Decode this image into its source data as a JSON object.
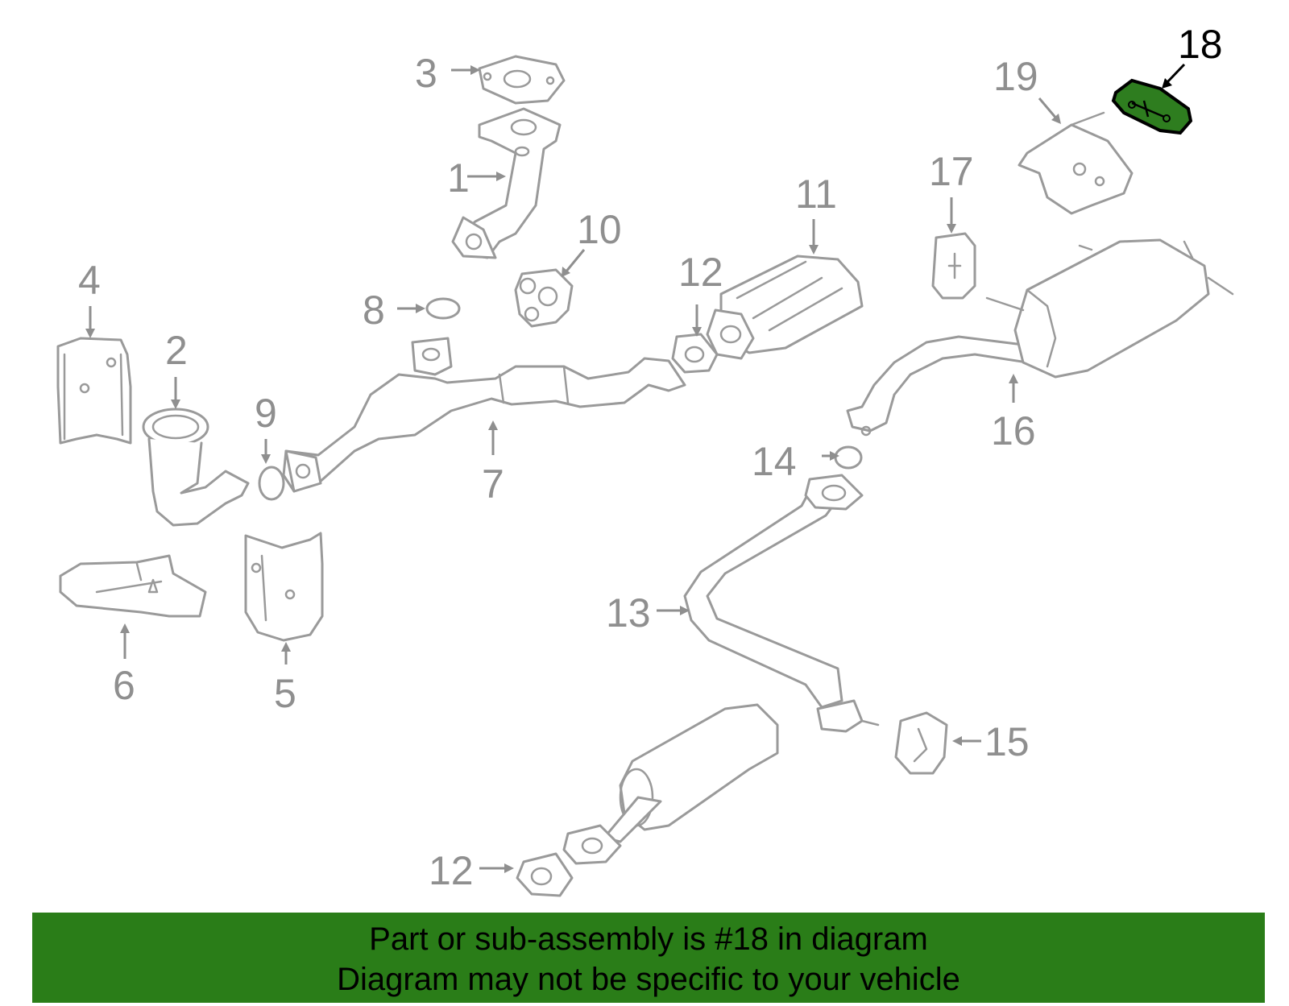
{
  "diagram": {
    "highlight_color": "#2a7d18",
    "callouts": [
      {
        "id": "1",
        "text": "1"
      },
      {
        "id": "2",
        "text": "2"
      },
      {
        "id": "3",
        "text": "3"
      },
      {
        "id": "4",
        "text": "4"
      },
      {
        "id": "5",
        "text": "5"
      },
      {
        "id": "6",
        "text": "6"
      },
      {
        "id": "7",
        "text": "7"
      },
      {
        "id": "8",
        "text": "8"
      },
      {
        "id": "9",
        "text": "9"
      },
      {
        "id": "10",
        "text": "10"
      },
      {
        "id": "11",
        "text": "11"
      },
      {
        "id": "12a",
        "text": "12"
      },
      {
        "id": "12b",
        "text": "12"
      },
      {
        "id": "13",
        "text": "13"
      },
      {
        "id": "14",
        "text": "14"
      },
      {
        "id": "15",
        "text": "15"
      },
      {
        "id": "16",
        "text": "16"
      },
      {
        "id": "17",
        "text": "17"
      },
      {
        "id": "18",
        "text": "18",
        "highlighted": true
      },
      {
        "id": "19",
        "text": "19"
      }
    ]
  },
  "banner": {
    "line1": "Part or sub-assembly is #18 in diagram",
    "line2": "Diagram may not be specific to your vehicle"
  }
}
